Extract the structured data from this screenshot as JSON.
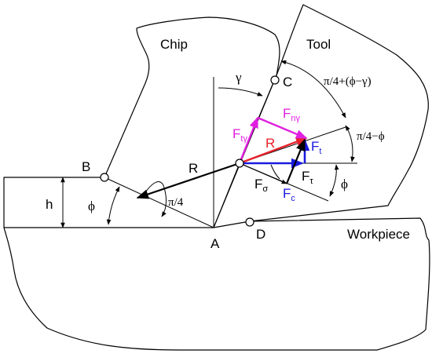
{
  "regions": {
    "chip": "Chip",
    "tool": "Tool",
    "workpiece": "Workpiece"
  },
  "points": {
    "a": "A",
    "b": "B",
    "c": "C",
    "d": "D"
  },
  "dimensions": {
    "h": "h"
  },
  "angles": {
    "gamma": "γ",
    "phi_left": "ϕ",
    "phi_right": "ϕ",
    "pi_over_4": "π/4",
    "pi4_plus_phi_minus_gamma": "π/4+(ϕ−γ)",
    "pi4_minus_phi": "π/4−ϕ"
  },
  "forces": {
    "r_left": "R",
    "r_center": "R",
    "f_t_gamma": {
      "main": "F",
      "sub": "tγ"
    },
    "f_n_gamma": {
      "main": "F",
      "sub": "nγ"
    },
    "f_t": {
      "main": "F",
      "sub": "t"
    },
    "f_tau": {
      "main": "F",
      "sub": "τ"
    },
    "f_sigma": {
      "main": "F",
      "sub": "σ"
    },
    "f_c": {
      "main": "F",
      "sub": "c"
    }
  },
  "colors": {
    "resultant": "#e8202a",
    "tool_face_forces": "#e020e0",
    "cutting_forces": "#1a1adf",
    "outline": "#000000"
  }
}
